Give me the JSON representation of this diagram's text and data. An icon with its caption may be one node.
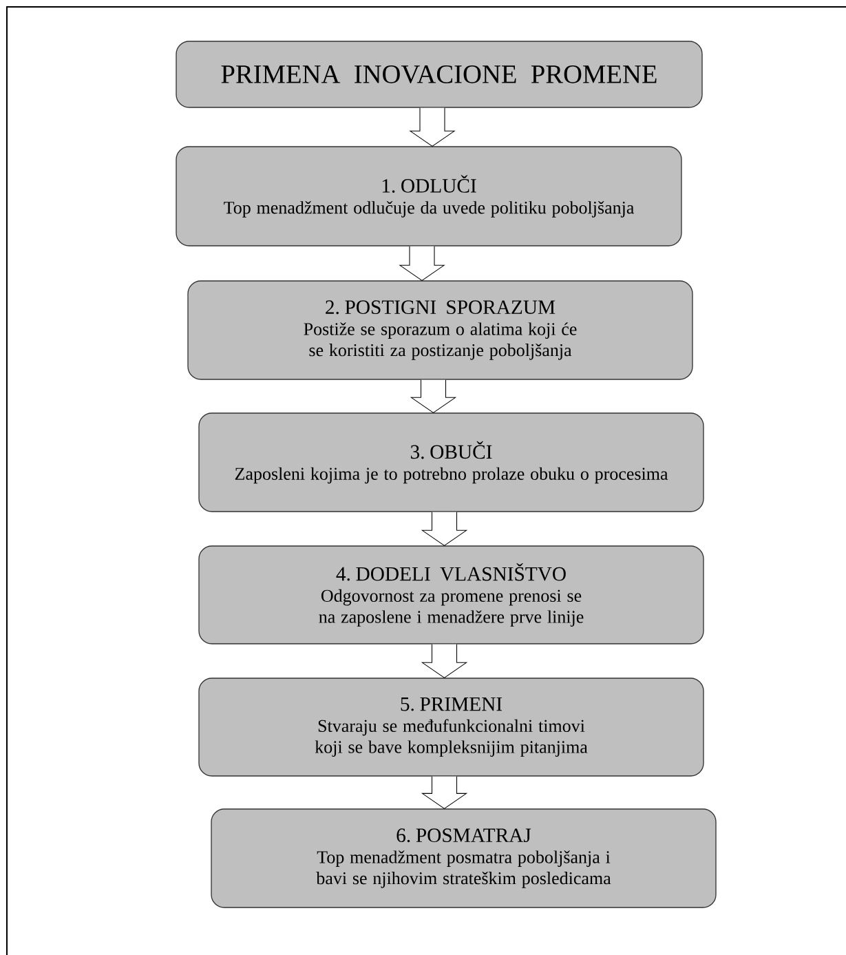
{
  "diagram": {
    "nodes": [
      {
        "text": [
          "PRIMENA INOVACIONE PROMENE"
        ]
      },
      {
        "text": [
          "1. ODLUČI",
          "Top menadžment odlučuje da uvede politiku poboljšanja"
        ]
      },
      {
        "text": [
          "2. POSTIGNI SPORAZUM",
          "Postiže se sporazum o alatima koji će se koristiti za postizanje poboljšanja"
        ]
      },
      {
        "text": [
          "3. OBUČI",
          "Zaposleni kojima je to potrebno prolaze obuku o procesima"
        ]
      },
      {
        "text": [
          "4. DODELI VLASNIŠTVO",
          "Odgovornost za promene prenosi se na zaposlene i menadžere prve linije"
        ]
      },
      {
        "text": [
          "5. PRIMENI",
          "Stvaraju se međufunkcionalni timovi koji se bave kompleksnijim pitanjima"
        ]
      },
      {
        "text": [
          "6. POSMATRAJ",
          "Top menadžment posmatra poboljšanja i bavi se njihovim strateškim posledicama"
        ]
      }
    ],
    "edges": [
      {
        "from": 0,
        "to": 1,
        "arrow": "to"
      },
      {
        "from": 1,
        "to": 2,
        "arrow": "to"
      },
      {
        "from": 2,
        "to": 3,
        "arrow": "to"
      },
      {
        "from": 3,
        "to": 4,
        "arrow": "to"
      },
      {
        "from": 4,
        "to": 5,
        "arrow": "to"
      },
      {
        "from": 5,
        "to": 6,
        "arrow": "to"
      }
    ]
  }
}
